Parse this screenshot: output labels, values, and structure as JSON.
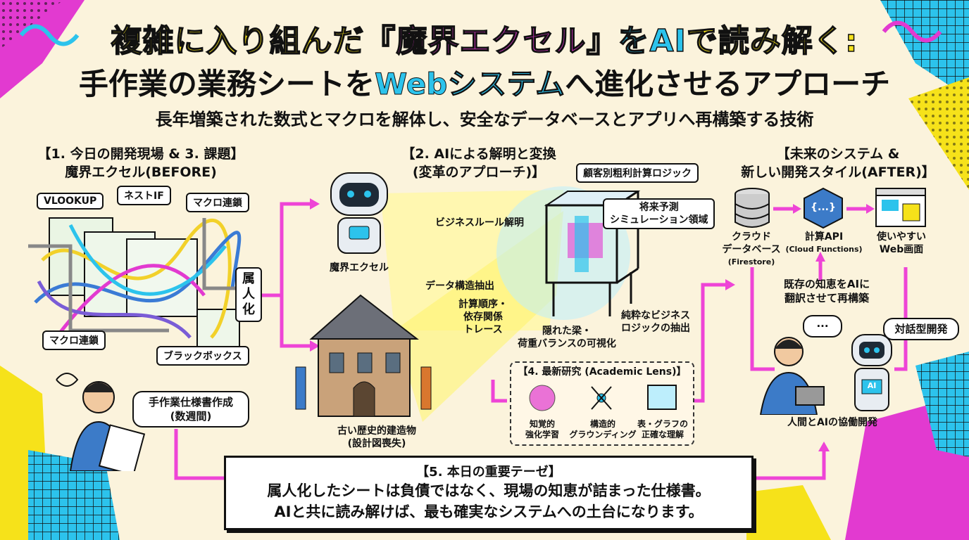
{
  "title": {
    "line1_a": "複雑に入り組んだ",
    "line1_b": "『魔界エクセル』",
    "line1_c": "をAI",
    "line1_d": "で読み解く:",
    "line2_a": "手作業の業務シートを",
    "line2_b": "Webシステム",
    "line2_c": "へ進化させるアプローチ",
    "subtitle": "長年増築された数式とマクロを解体し、安全なデータベースとアプリへ再構築する技術"
  },
  "before": {
    "heading1": "【1. 今日の開発現場 & 3. 課題】",
    "heading2": "魔界エクセル(BEFORE)",
    "tags": [
      "VLOOKUP",
      "ネストIF",
      "マクロ連鎖",
      "マクロ連鎖",
      "ブラックボックス"
    ],
    "person_label": "属人化",
    "bubble1": "手作業仕様書作成",
    "bubble2": "(数週間)"
  },
  "middle": {
    "heading1": "【2. AIによる解明と変換",
    "heading2": "(変革のアプローチ)】",
    "robot_label": "魔界エクセル",
    "beam1": "ビジネスルール解明",
    "beam2": "データ構造抽出",
    "beam3a": "計算順序・",
    "beam3b": "依存関係",
    "beam3c": "トレース",
    "house_a": "古い歴史的建造物",
    "house_b": "(設計図喪失)",
    "frame_tag1": "顧客別粗利計算ロジック",
    "frame_tag2a": "将来予測",
    "frame_tag2b": "シミュレーション領域",
    "frame_note_a": "隠れた梁・",
    "frame_note_b": "荷重バランスの可視化",
    "pure_a": "純粋なビジネス",
    "pure_b": "ロジックの抽出"
  },
  "academic": {
    "heading": "【4. 最新研究 (Academic Lens)】",
    "items": [
      {
        "l1": "知覚的",
        "l2": "強化学習"
      },
      {
        "l1": "構造的",
        "l2": "グラウンディング"
      },
      {
        "l1": "表・グラフの",
        "l2": "正確な理解"
      }
    ]
  },
  "after": {
    "heading1": "【未来のシステム &",
    "heading2": "新しい開発スタイル(AFTER)】",
    "db_a": "クラウド",
    "db_b": "データベース",
    "db_c": "(Firestore)",
    "api_a": "計算API",
    "api_b": "(Cloud Functions)",
    "api_icon": "{...}",
    "web_a": "使いやすい",
    "web_b": "Web画面",
    "translate_a": "既存の知恵をAIに",
    "translate_b": "翻訳させて再構築",
    "dialog": "対話型開発",
    "speech": "...",
    "robot_badge": "AI",
    "collab": "人間とAIの協働開発"
  },
  "thesis": {
    "heading": "【5. 本日の重要テーゼ】",
    "line1": "属人化したシートは負債ではなく、現場の知恵が詰まった仕様書。",
    "line2": "AIと共に読み解けば、最も確実なシステムへの土台になります。"
  },
  "colors": {
    "magenta": "#ee44d6",
    "cyan": "#2cc3ec",
    "yellow": "#f6e21a",
    "bg": "#fbf3dc"
  }
}
